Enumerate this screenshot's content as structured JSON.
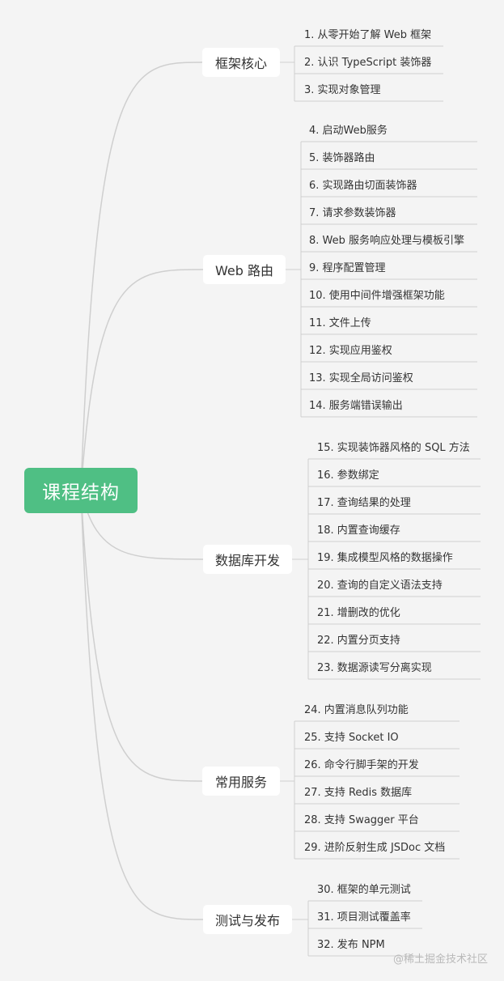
{
  "root": {
    "label": "课程结构"
  },
  "branches": [
    {
      "label": "框架核心",
      "items": [
        "1. 从零开始了解 Web 框架",
        "2. 认识 TypeScript 装饰器",
        "3. 实现对象管理"
      ]
    },
    {
      "label": "Web 路由",
      "items": [
        "4. 启动Web服务",
        "5. 装饰器路由",
        "6. 实现路由切面装饰器",
        "7. 请求参数装饰器",
        "8. Web 服务响应处理与模板引擎",
        "9. 程序配置管理",
        "10. 使用中间件增强框架功能",
        "11. 文件上传",
        "12. 实现应用鉴权",
        "13. 实现全局访问鉴权",
        "14. 服务端错误输出"
      ]
    },
    {
      "label": "数据库开发",
      "items": [
        "15. 实现装饰器风格的 SQL 方法",
        "16. 参数绑定",
        "17. 查询结果的处理",
        "18. 内置查询缓存",
        "19. 集成模型风格的数据操作",
        "20. 查询的自定义语法支持",
        "21. 增删改的优化",
        "22. 内置分页支持",
        "23. 数据源读写分离实现"
      ]
    },
    {
      "label": "常用服务",
      "items": [
        "24. 内置消息队列功能",
        "25. 支持 Socket IO",
        "26. 命令行脚手架的开发",
        "27. 支持 Redis 数据库",
        "28. 支持 Swagger 平台",
        "29. 进阶反射生成 JSDoc 文档"
      ]
    },
    {
      "label": "测试与发布",
      "items": [
        "30. 框架的单元测试",
        "31. 项目测试覆盖率",
        "32. 发布 NPM"
      ]
    }
  ],
  "watermark": "@稀土掘金技术社区",
  "colors": {
    "root_bg": "#4fbf84",
    "connector": "#cfcfcf",
    "background": "#f4f4f4"
  }
}
